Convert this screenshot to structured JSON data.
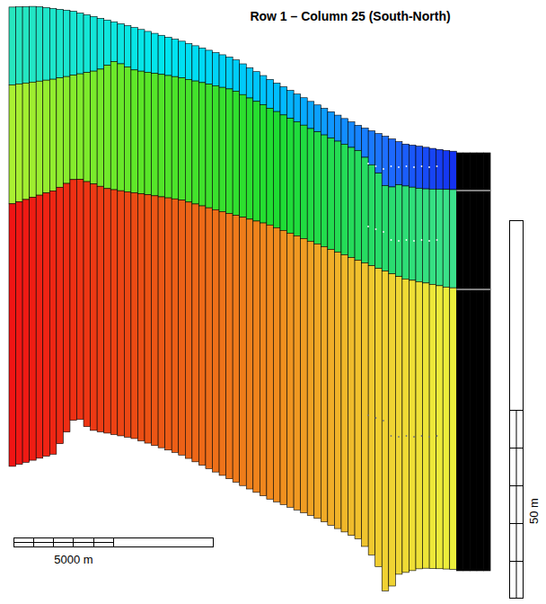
{
  "diagram": {
    "title": "Row 1 – Column 25 (South-North)",
    "labels": [
      "5000 m",
      "50 m"
    ]
  }
}
